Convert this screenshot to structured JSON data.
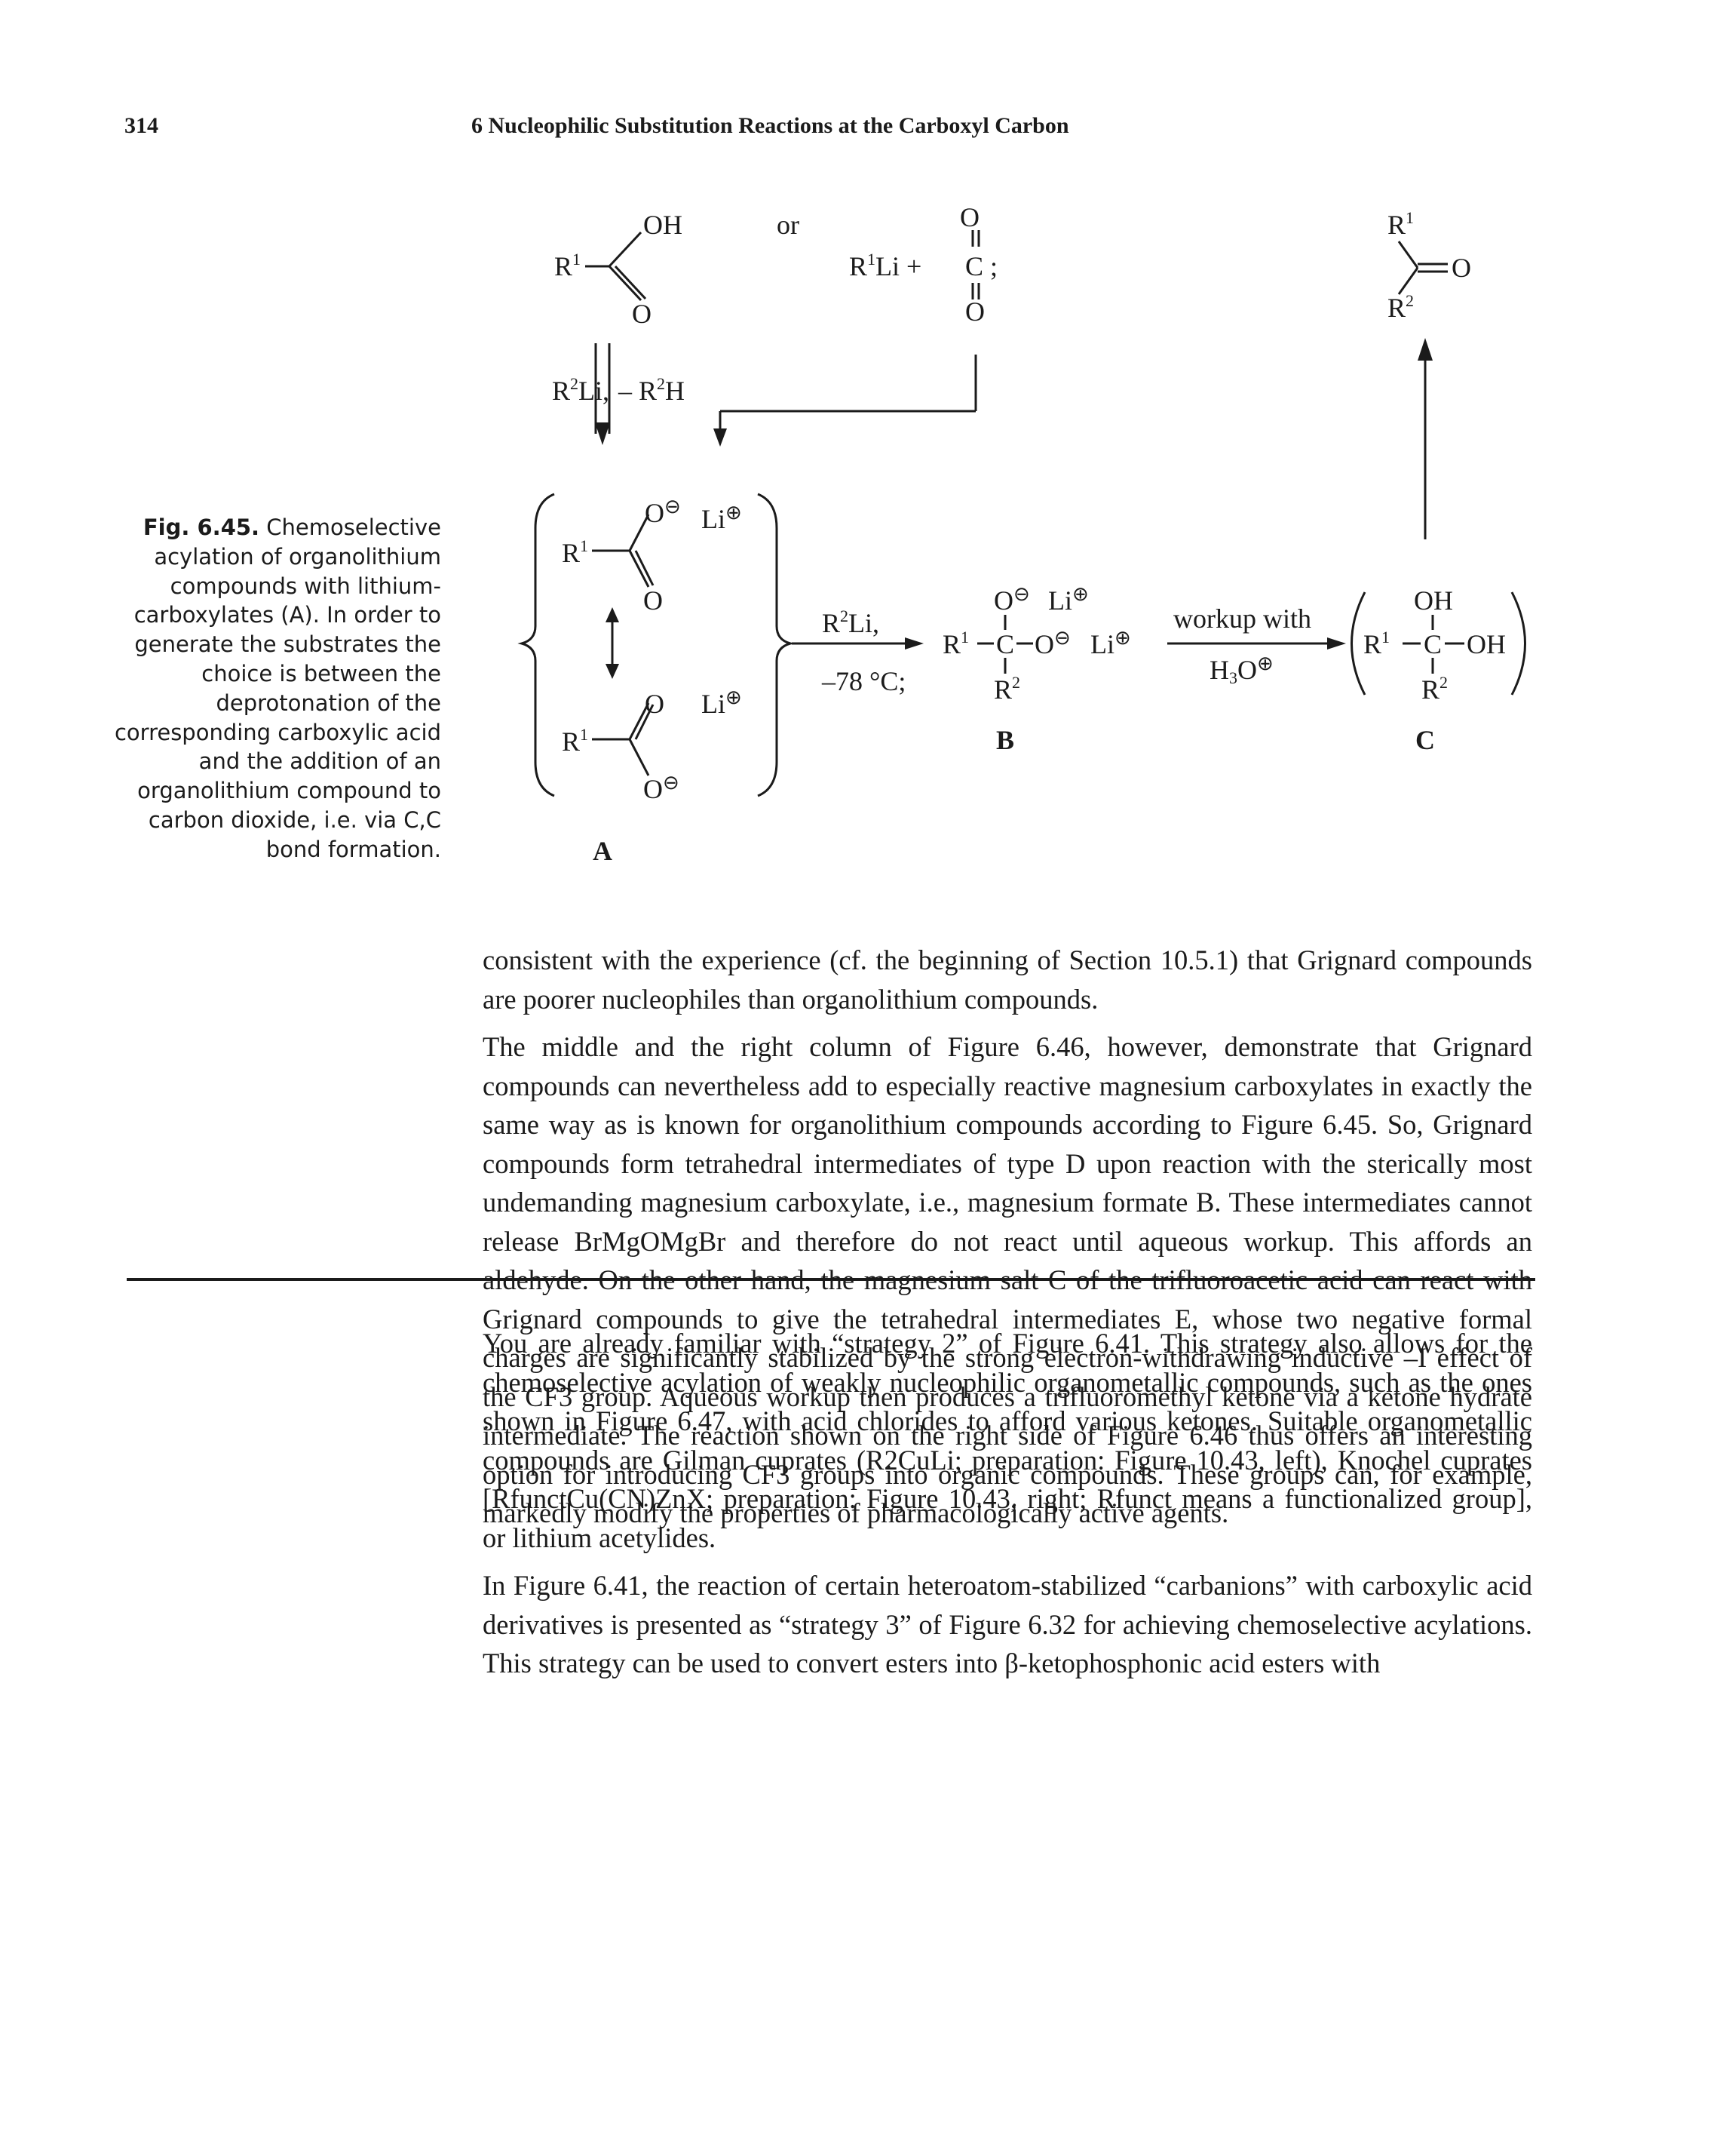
{
  "header": {
    "page_number": "314",
    "chapter_title": "6 Nucleophilic Substitution Reactions at the Carboxyl Carbon"
  },
  "figure": {
    "caption_label": "Fig. 6.45.",
    "caption_text": "Chemoselective acylation of organolithium compounds with lithium-carboxylates (A). In order to generate the substrates the choice is between the deprotonation of the corresponding carboxylic acid and the addition of an organolithium compound to carbon dioxide, i.e. via C,C bond formation.",
    "labels": {
      "or": "or",
      "reagent_r2li_minus": "R²Li, | – R²H",
      "reagent_r2li": "R²Li,",
      "temp": "–78 °C;",
      "workup_line1": "workup with",
      "workup_line2": "H₃O⊕",
      "compound_A": "A",
      "compound_B": "B",
      "compound_C": "C"
    }
  },
  "body": {
    "para1": "consistent with the experience (cf. the beginning of Section 10.5.1) that Grignard compounds are poorer nucleophiles than organolithium compounds.",
    "para2": "The middle and the right column of Figure 6.46, however, demonstrate that Grignard compounds can nevertheless add to especially reactive magnesium carboxylates in exactly the same way as is known for organolithium compounds according to Figure 6.45. So, Grignard compounds form tetrahedral intermediates of type D upon reaction with the sterically most undemanding magnesium carboxylate, i.e., magnesium formate B. These intermediates cannot release BrMgOMgBr and therefore do not react until aqueous workup. This affords an aldehyde. On the other hand, the magnesium salt C of the trifluoroacetic acid can react with Grignard compounds to give the tetrahedral intermediates E, whose two negative formal charges are significantly stabilized by the strong electron-withdrawing inductive –I effect of the CF3 group. Aqueous workup then produces a trifluoromethyl ketone via a ketone hydrate intermediate. The reaction shown on the right side of Figure 6.46 thus offers an interesting option for introducing CF3 groups into organic compounds. These groups can, for example, markedly modify the properties of pharmacologically active agents.",
    "para3": "You are already familiar with “strategy 2” of Figure 6.41. This strategy also allows for the chemoselective acylation of weakly nucleophilic organometallic compounds, such as the ones shown in Figure 6.47, with acid chlorides to afford various ketones. Suitable organometallic compounds are Gilman cuprates (R2CuLi; preparation: Figure 10.43, left), Knochel cuprates [RfunctCu(CN)ZnX; preparation: Figure 10.43, right; Rfunct means a functionalized group], or lithium acetylides.",
    "para4": "In Figure 6.41, the reaction of certain heteroatom-stabilized “carbanions” with carboxylic acid derivatives is presented as “strategy 3” of Figure 6.32 for achieving chemoselective acylations. This strategy can be used to convert esters into β-ketophosphonic acid esters with"
  }
}
